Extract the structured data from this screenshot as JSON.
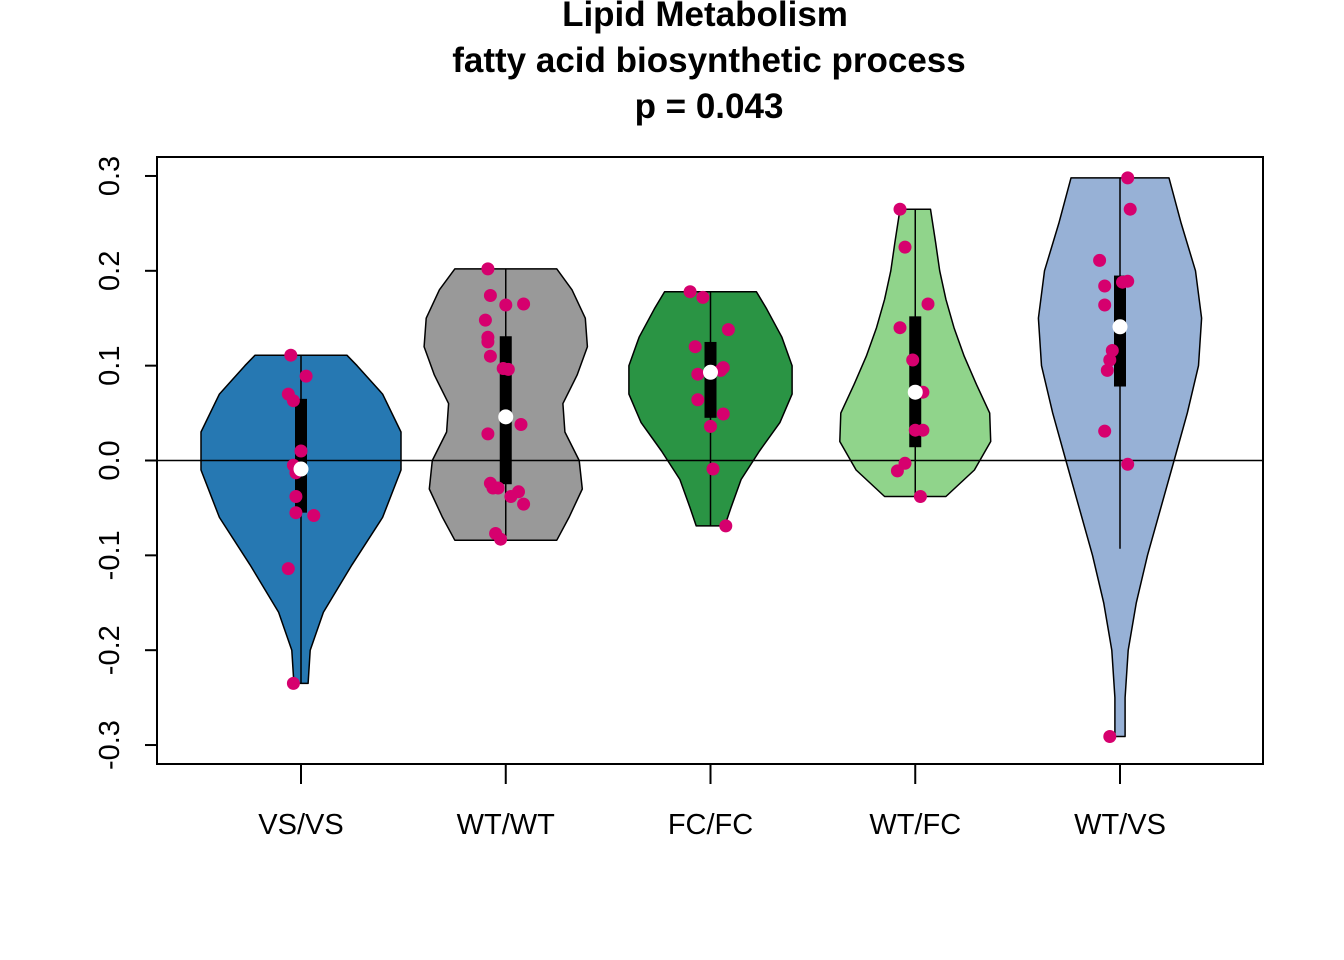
{
  "chart_data": {
    "type": "violin",
    "title": [
      "Lipid Metabolism",
      "fatty acid biosynthetic process",
      "p = 0.043"
    ],
    "xlabel": "",
    "ylabel": "",
    "ylim": [
      -0.32,
      0.32
    ],
    "yticks": [
      -0.3,
      -0.2,
      -0.1,
      0.0,
      0.1,
      0.2,
      0.3
    ],
    "ytick_labels": [
      "-0.3",
      "-0.2",
      "-0.1",
      "0.0",
      "0.1",
      "0.2",
      "0.3"
    ],
    "reference_line": 0.0,
    "point_color": "#D6006E",
    "median_color": "#FFFFFF",
    "box_color": "#000000",
    "groups": [
      {
        "name": "VS/VS",
        "fill": "#2678B2",
        "min": -0.235,
        "max": 0.111,
        "q1": -0.055,
        "median": -0.009,
        "q3": 0.065,
        "whisker": [
          -0.235,
          0.111
        ],
        "density": [
          [
            -0.235,
            0.07
          ],
          [
            -0.2,
            0.09
          ],
          [
            -0.16,
            0.22
          ],
          [
            -0.11,
            0.5
          ],
          [
            -0.06,
            0.8
          ],
          [
            -0.01,
            0.98
          ],
          [
            0.03,
            0.98
          ],
          [
            0.07,
            0.8
          ],
          [
            0.1,
            0.55
          ],
          [
            0.111,
            0.45
          ]
        ],
        "points": [
          [
            -0.04,
            0.111
          ],
          [
            -0.05,
            0.07
          ],
          [
            -0.03,
            0.063
          ],
          [
            0.02,
            0.089
          ],
          [
            -0.03,
            -0.005
          ],
          [
            -0.02,
            -0.013
          ],
          [
            0.0,
            0.01
          ],
          [
            -0.02,
            -0.038
          ],
          [
            -0.02,
            -0.055
          ],
          [
            0.05,
            -0.058
          ],
          [
            -0.05,
            -0.114
          ],
          [
            -0.03,
            -0.235
          ]
        ]
      },
      {
        "name": "WT/WT",
        "fill": "#999999",
        "min": -0.084,
        "max": 0.202,
        "q1": -0.025,
        "median": 0.046,
        "q3": 0.131,
        "whisker": [
          -0.084,
          0.202
        ],
        "density": [
          [
            -0.084,
            0.5
          ],
          [
            -0.06,
            0.62
          ],
          [
            -0.03,
            0.75
          ],
          [
            0.0,
            0.72
          ],
          [
            0.03,
            0.58
          ],
          [
            0.06,
            0.56
          ],
          [
            0.09,
            0.7
          ],
          [
            0.12,
            0.8
          ],
          [
            0.15,
            0.78
          ],
          [
            0.18,
            0.65
          ],
          [
            0.202,
            0.5
          ]
        ],
        "points": [
          [
            -0.07,
            0.202
          ],
          [
            -0.06,
            0.174
          ],
          [
            0.0,
            0.164
          ],
          [
            0.07,
            0.165
          ],
          [
            -0.08,
            0.148
          ],
          [
            -0.07,
            0.13
          ],
          [
            -0.07,
            0.125
          ],
          [
            -0.06,
            0.11
          ],
          [
            -0.01,
            0.097
          ],
          [
            0.01,
            0.096
          ],
          [
            -0.07,
            0.028
          ],
          [
            0.06,
            0.038
          ],
          [
            -0.06,
            -0.024
          ],
          [
            -0.05,
            -0.029
          ],
          [
            -0.03,
            -0.029
          ],
          [
            0.02,
            -0.038
          ],
          [
            0.05,
            -0.033
          ],
          [
            0.07,
            -0.046
          ],
          [
            -0.04,
            -0.077
          ],
          [
            -0.02,
            -0.083
          ]
        ]
      },
      {
        "name": "FC/FC",
        "fill": "#2A9444",
        "min": -0.069,
        "max": 0.178,
        "q1": 0.045,
        "median": 0.093,
        "q3": 0.125,
        "whisker": [
          -0.069,
          0.178
        ],
        "density": [
          [
            -0.069,
            0.14
          ],
          [
            -0.05,
            0.2
          ],
          [
            -0.02,
            0.3
          ],
          [
            0.01,
            0.48
          ],
          [
            0.04,
            0.68
          ],
          [
            0.07,
            0.8
          ],
          [
            0.1,
            0.8
          ],
          [
            0.13,
            0.7
          ],
          [
            0.16,
            0.55
          ],
          [
            0.178,
            0.45
          ]
        ],
        "points": [
          [
            -0.08,
            0.178
          ],
          [
            -0.03,
            0.172
          ],
          [
            0.07,
            0.138
          ],
          [
            -0.06,
            0.12
          ],
          [
            -0.05,
            0.091
          ],
          [
            0.04,
            0.095
          ],
          [
            0.05,
            0.098
          ],
          [
            -0.05,
            0.064
          ],
          [
            0.05,
            0.049
          ],
          [
            0.0,
            0.036
          ],
          [
            0.01,
            -0.009
          ],
          [
            0.06,
            -0.069
          ]
        ]
      },
      {
        "name": "WT/FC",
        "fill": "#90D48B",
        "min": -0.038,
        "max": 0.265,
        "q1": 0.014,
        "median": 0.072,
        "q3": 0.152,
        "whisker": [
          -0.038,
          0.265
        ],
        "density": [
          [
            -0.038,
            0.3
          ],
          [
            -0.01,
            0.58
          ],
          [
            0.02,
            0.74
          ],
          [
            0.05,
            0.73
          ],
          [
            0.08,
            0.6
          ],
          [
            0.11,
            0.48
          ],
          [
            0.14,
            0.38
          ],
          [
            0.17,
            0.3
          ],
          [
            0.2,
            0.24
          ],
          [
            0.23,
            0.2
          ],
          [
            0.265,
            0.15
          ]
        ],
        "points": [
          [
            -0.06,
            0.265
          ],
          [
            -0.04,
            0.225
          ],
          [
            0.05,
            0.165
          ],
          [
            -0.06,
            0.14
          ],
          [
            -0.01,
            0.106
          ],
          [
            0.03,
            0.072
          ],
          [
            0.0,
            0.032
          ],
          [
            0.03,
            0.032
          ],
          [
            -0.04,
            -0.003
          ],
          [
            -0.07,
            -0.011
          ],
          [
            0.02,
            -0.038
          ]
        ]
      },
      {
        "name": "WT/VS",
        "fill": "#97B1D6",
        "min": -0.291,
        "max": 0.298,
        "q1": 0.078,
        "median": 0.141,
        "q3": 0.195,
        "whisker": [
          -0.093,
          0.298
        ],
        "density": [
          [
            -0.291,
            0.05
          ],
          [
            -0.25,
            0.05
          ],
          [
            -0.2,
            0.08
          ],
          [
            -0.15,
            0.16
          ],
          [
            -0.1,
            0.27
          ],
          [
            -0.05,
            0.4
          ],
          [
            0.0,
            0.53
          ],
          [
            0.05,
            0.66
          ],
          [
            0.1,
            0.77
          ],
          [
            0.15,
            0.8
          ],
          [
            0.2,
            0.74
          ],
          [
            0.25,
            0.6
          ],
          [
            0.298,
            0.48
          ]
        ],
        "points": [
          [
            0.03,
            0.298
          ],
          [
            0.04,
            0.265
          ],
          [
            -0.08,
            0.211
          ],
          [
            0.03,
            0.189
          ],
          [
            -0.06,
            0.184
          ],
          [
            0.01,
            0.188
          ],
          [
            -0.06,
            0.164
          ],
          [
            -0.03,
            0.116
          ],
          [
            -0.04,
            0.106
          ],
          [
            -0.05,
            0.095
          ],
          [
            -0.06,
            0.031
          ],
          [
            0.03,
            -0.004
          ],
          [
            -0.04,
            -0.291
          ]
        ]
      }
    ]
  }
}
